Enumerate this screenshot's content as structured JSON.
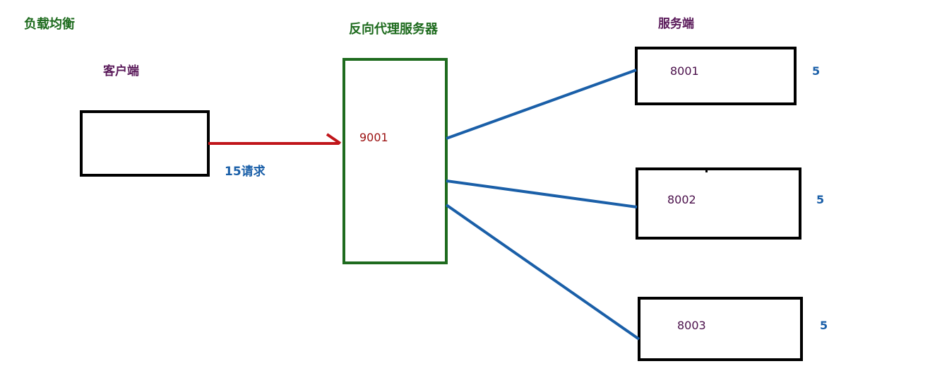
{
  "diagram": {
    "title": "负载均衡",
    "client": {
      "label": "客户端"
    },
    "proxy": {
      "label": "反向代理服务器",
      "port": "9001"
    },
    "request": {
      "label": "15请求"
    },
    "servers_label": "服务端",
    "servers": [
      {
        "port": "8001",
        "requests": "5"
      },
      {
        "port": "8002",
        "requests": "5"
      },
      {
        "port": "8003",
        "requests": "5"
      }
    ]
  },
  "colors": {
    "box_border": "#000000",
    "proxy_border": "#1e6b1e",
    "request_arrow": "#c0151a",
    "distribution_lines": "#1a5fa8"
  }
}
